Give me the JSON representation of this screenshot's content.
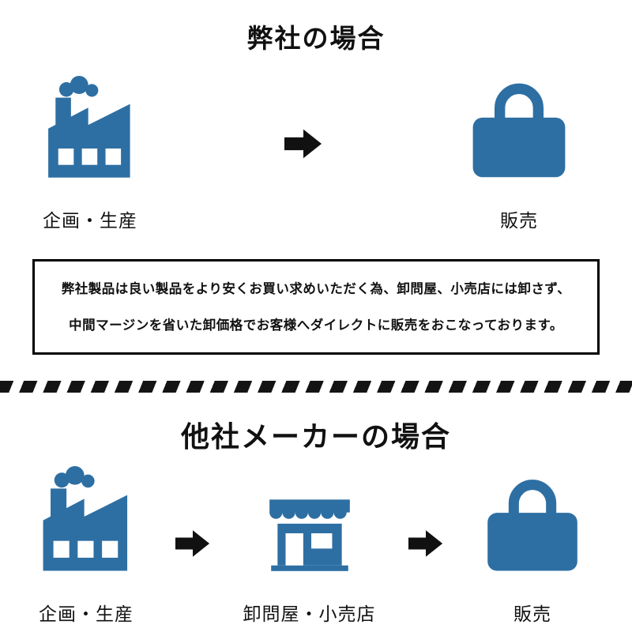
{
  "colors": {
    "icon_blue": "#2e6fa3",
    "arrow_black": "#111111",
    "border_black": "#000000"
  },
  "top_section": {
    "title": "弊社の場合",
    "factory_label": "企画・生産",
    "bag_label": "販売",
    "note_line1": "弊社製品は良い製品をより安くお買い求めいただく為、卸問屋、小売店には卸さず、",
    "note_line2": "中間マージンを省いた卸価格でお客様へダイレクトに販売をおこなっております。"
  },
  "bottom_section": {
    "title": "他社メーカーの場合",
    "factory_label": "企画・生産",
    "store_label": "卸問屋・小売店",
    "bag_label": "販売"
  },
  "icons": {
    "factory": "factory-icon",
    "bag": "shopping-bag-icon",
    "store": "storefront-icon",
    "arrow": "right-arrow-icon"
  }
}
